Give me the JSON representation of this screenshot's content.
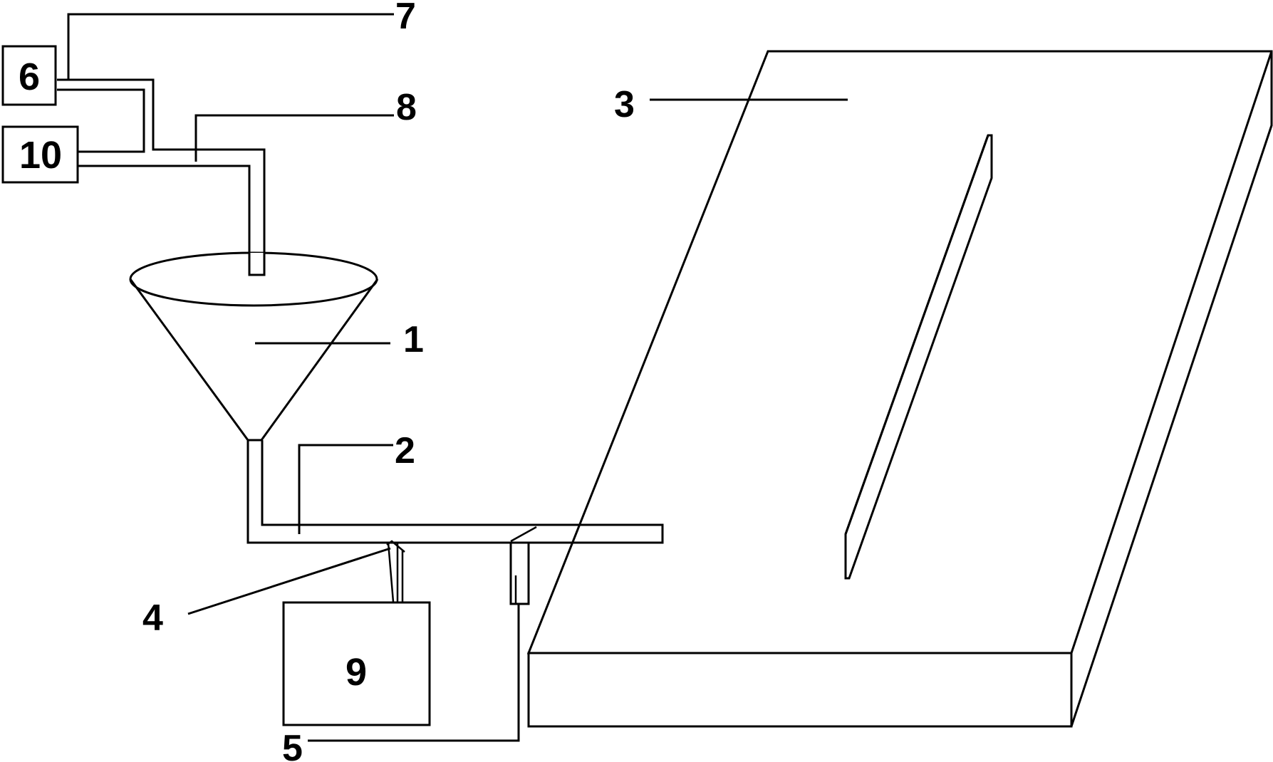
{
  "diagram": {
    "labels": {
      "l1": "1",
      "l2": "2",
      "l3": "3",
      "l4": "4",
      "l5": "5",
      "l7": "7",
      "l8": "8"
    },
    "boxes": {
      "b6": "6",
      "b9": "9",
      "b10": "10"
    }
  }
}
